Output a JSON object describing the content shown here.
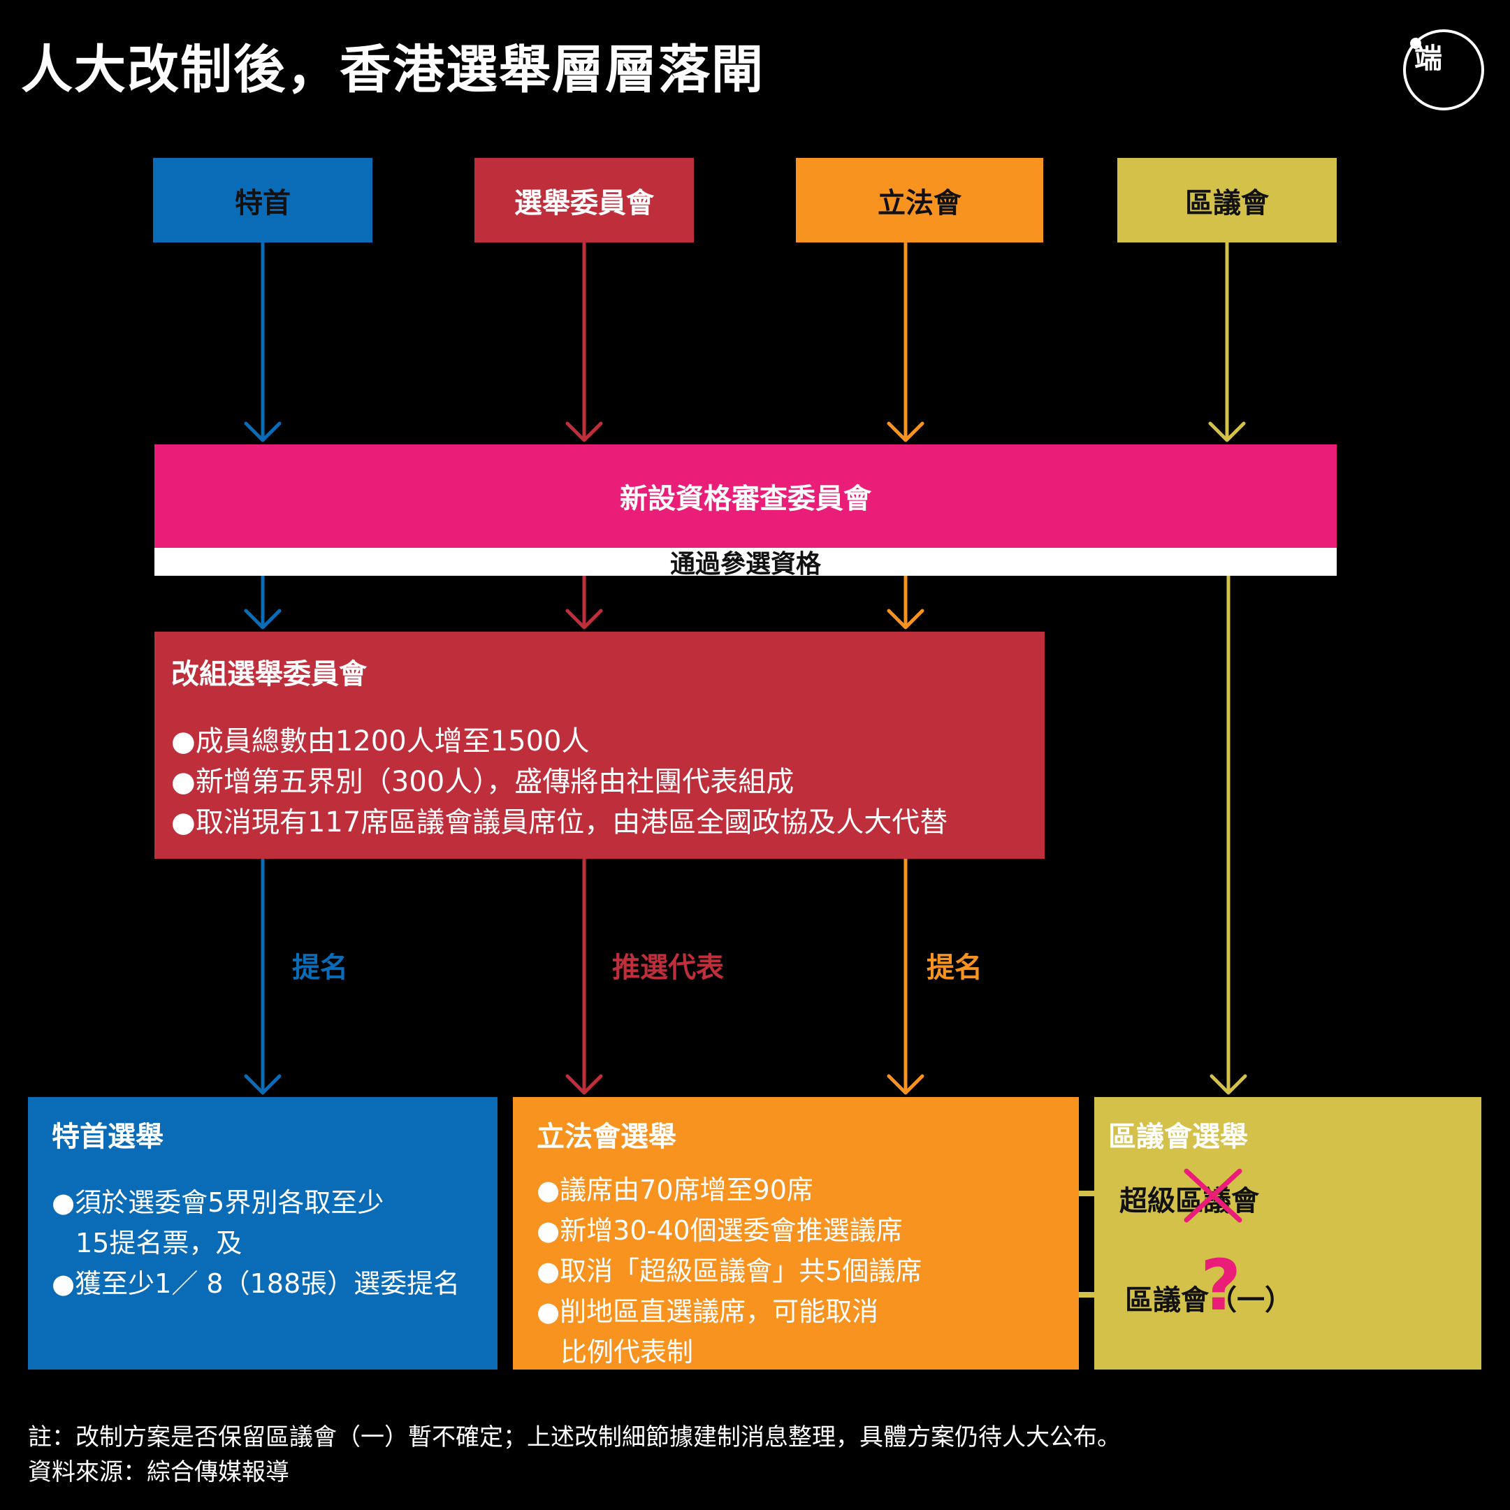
{
  "title": "人大改制後，香港選舉層層落閘",
  "logo": {
    "text": "端"
  },
  "headers": {
    "chief_executive": "特首",
    "election_committee": "選舉委員會",
    "legco": "立法會",
    "district_council": "區議會"
  },
  "vetting": {
    "title": "新設資格審查委員會",
    "pass_label": "通過參選資格"
  },
  "restructured_ec": {
    "title": "改組選舉委員會",
    "items": [
      "●成員總數由1200人增至1500人",
      "●新增第五界別（300人），盛傳將由社團代表組成",
      "●取消現有117席區議會議員席位，由港區全國政協及人大代替"
    ]
  },
  "flow_labels": {
    "ce_nominate": "提名",
    "lc_select": "推選代表",
    "lc_nominate": "提名"
  },
  "ce_election": {
    "title": "特首選舉",
    "items": [
      "●須於選委會5界別各取至少",
      "15提名票，及",
      "●獲至少1／ 8（188張）選委提名"
    ]
  },
  "lc_election": {
    "title": "立法會選舉",
    "items": [
      "●議席由70席增至90席",
      "●新增30-40個選委會推選議席",
      "●取消「超級區議會」共5個議席",
      "●削地區直選議席，可能取消",
      "比例代表制"
    ]
  },
  "dc_election": {
    "title": "區議會選舉",
    "super_dc": "超級區議會",
    "dc_one": "區議會（一）",
    "question": "?"
  },
  "note": {
    "line1": "註：改制方案是否保留區議會（一）暫不確定；上述改制細節據建制消息整理，具體方案仍待人大公布。",
    "line2": "資料來源：綜合傳媒報導"
  },
  "colors": {
    "blue": "#0a6bb6",
    "red": "#bf2e3b",
    "orange": "#f7931e",
    "yellow": "#d4c14a",
    "pink": "#ea1e79"
  }
}
